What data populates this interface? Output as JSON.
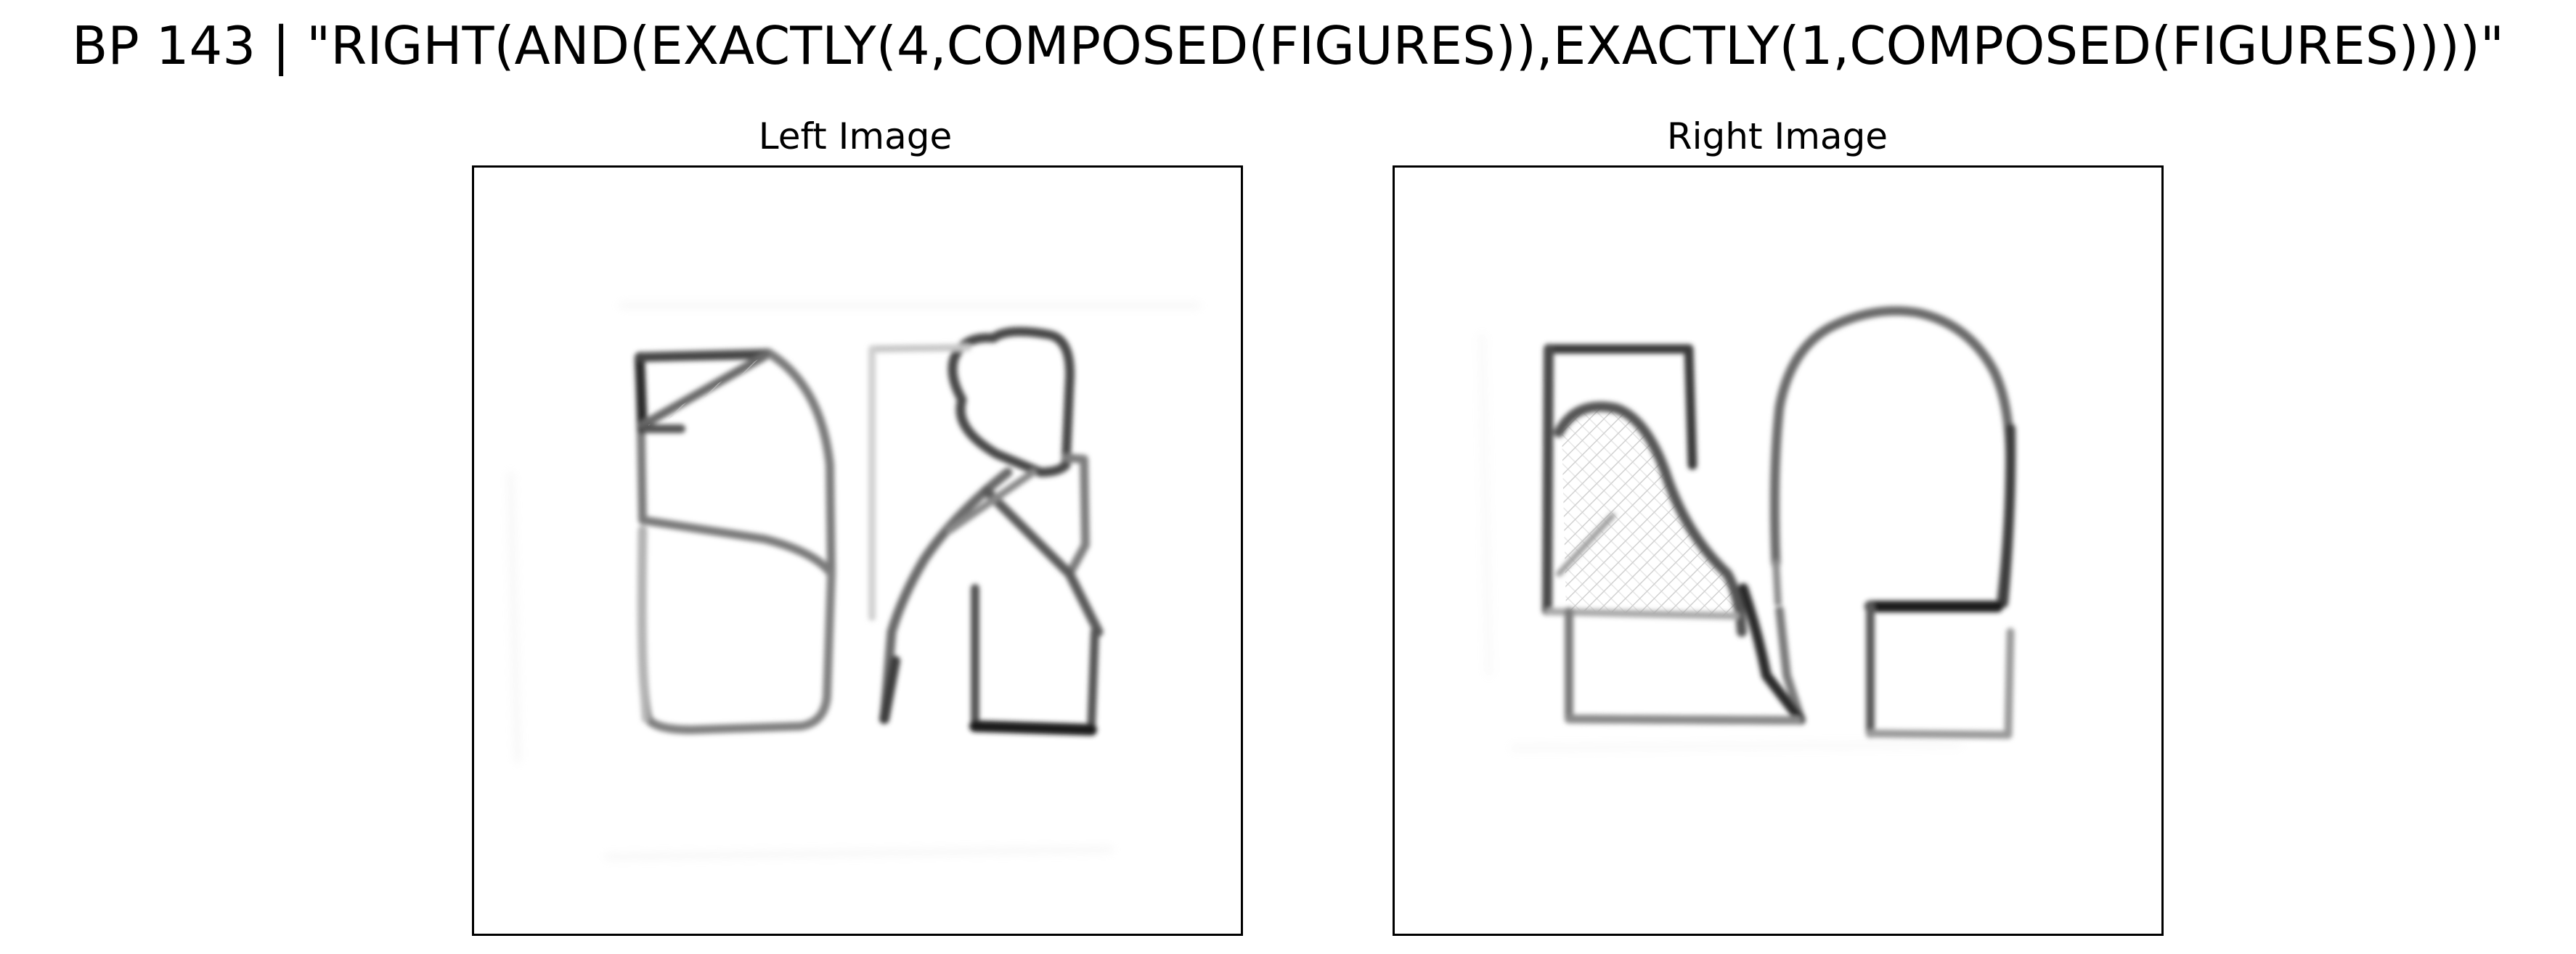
{
  "figure": {
    "title": "BP 143 | \"RIGHT(AND(EXACTLY(4,COMPOSED(FIGURES)),EXACTLY(1,COMPOSED(FIGURES))))\""
  },
  "panels": {
    "left": {
      "title": "Left Image"
    },
    "right": {
      "title": "Right Image"
    }
  },
  "colors": {
    "background": "#ffffff",
    "frame": "#000000",
    "stroke_dark": "#222222",
    "stroke_mid": "#777777",
    "stroke_light": "#c8c8c8"
  }
}
